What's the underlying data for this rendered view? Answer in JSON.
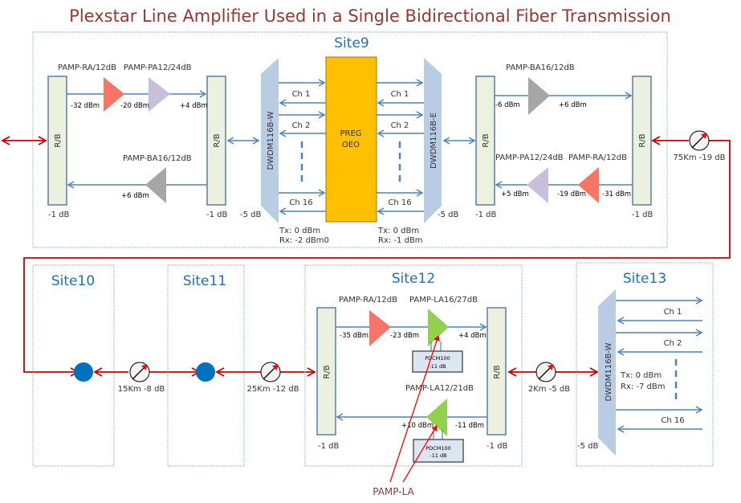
{
  "title": "Plexstar Line Amplifier Used in a Single Bidirectional Fiber Transmission",
  "colors": {
    "title": "#953735",
    "site_label": "#1f6fc0",
    "fiber_red": "#cc0000",
    "link_blue": "#4f81bd",
    "oeo_fill": "#ffc000",
    "rb_fill": "#ebf1de",
    "mux_fill": "#b8cce4",
    "amp_ra": "#f87465",
    "amp_pa": "#c8bfdb",
    "amp_ba": "#a6a6a6",
    "amp_la": "#92d050",
    "node_dot": "#0070c0"
  },
  "site9": {
    "label": "Site9",
    "rb_label": "R/B",
    "west": {
      "upper_amp1": "PAMP-RA/12dB",
      "upper_amp2": "PAMP-PA12/24dB",
      "upper_p1": "-32 dBm",
      "upper_p2": "-20 dBm",
      "upper_p3": "+4 dBm",
      "lower_amp": "PAMP-BA16/12dB",
      "lower_p": "+6 dBm",
      "rb_left_loss": "-1 dB",
      "rb_right_loss": "-1 dB",
      "mux_loss": "-5 dB",
      "mux_label": "DWDM116B-W",
      "tx": "Tx:   0 dBm",
      "rx": "Rx: -2 dBm0"
    },
    "oeo": {
      "line1": "PREG",
      "line2": "OEO"
    },
    "channels": [
      "Ch 1",
      "Ch 2",
      "Ch 16"
    ],
    "east": {
      "mux_label": "DWDM116B-E",
      "mux_loss": "-5 dB",
      "tx": "Tx:   0 dBm",
      "rx": "Rx: -1 dBm",
      "upper_amp": "PAMP-BA16/12dB",
      "upper_p1": "-6 dBm",
      "upper_p2": "+6 dBm",
      "lower_amp1": "PAMP-PA12/24dB",
      "lower_amp2": "PAMP-RA/12dB",
      "lower_p1": "+5 dBm",
      "lower_p2": "-19 dBm",
      "lower_p3": "-31 dBm",
      "rb_left_loss": "-1 dB",
      "rb_right_loss": "-1 dB"
    }
  },
  "spans": [
    {
      "label": "75Km -19 dB"
    },
    {
      "label": "15Km -8 dB"
    },
    {
      "label": "25Km -12 dB"
    },
    {
      "label": "2Km -5 dB"
    }
  ],
  "site10": {
    "label": "Site10"
  },
  "site11": {
    "label": "Site11"
  },
  "site12": {
    "label": "Site12",
    "upper_amp1": "PAMP-RA/12dB",
    "upper_amp2": "PAMP-LA16/27dB",
    "upper_p1": "-35 dBm",
    "upper_p2": "-23 dBm",
    "upper_p3": "+4 dBm",
    "dcm1_line1": "PDCM100",
    "dcm1_line2": "-11 dB",
    "lower_amp": "PAMP-LA12/21dB",
    "lower_p1": "+10 dBm",
    "lower_p2": "-11 dBm",
    "dcm2_line1": "PDCM100",
    "dcm2_line2": "-11 dB",
    "rb_left_loss": "-1 dB",
    "rb_right_loss": "-1 dB"
  },
  "site13": {
    "label": "Site13",
    "mux_label": "DWDM116B-W",
    "mux_loss": "-5 dB",
    "tx": "Tx:   0 dBm",
    "rx": "Rx: -7 dBm",
    "channels": [
      "Ch 1",
      "Ch 2",
      "Ch 16"
    ]
  },
  "annotation": "PAMP-LA"
}
